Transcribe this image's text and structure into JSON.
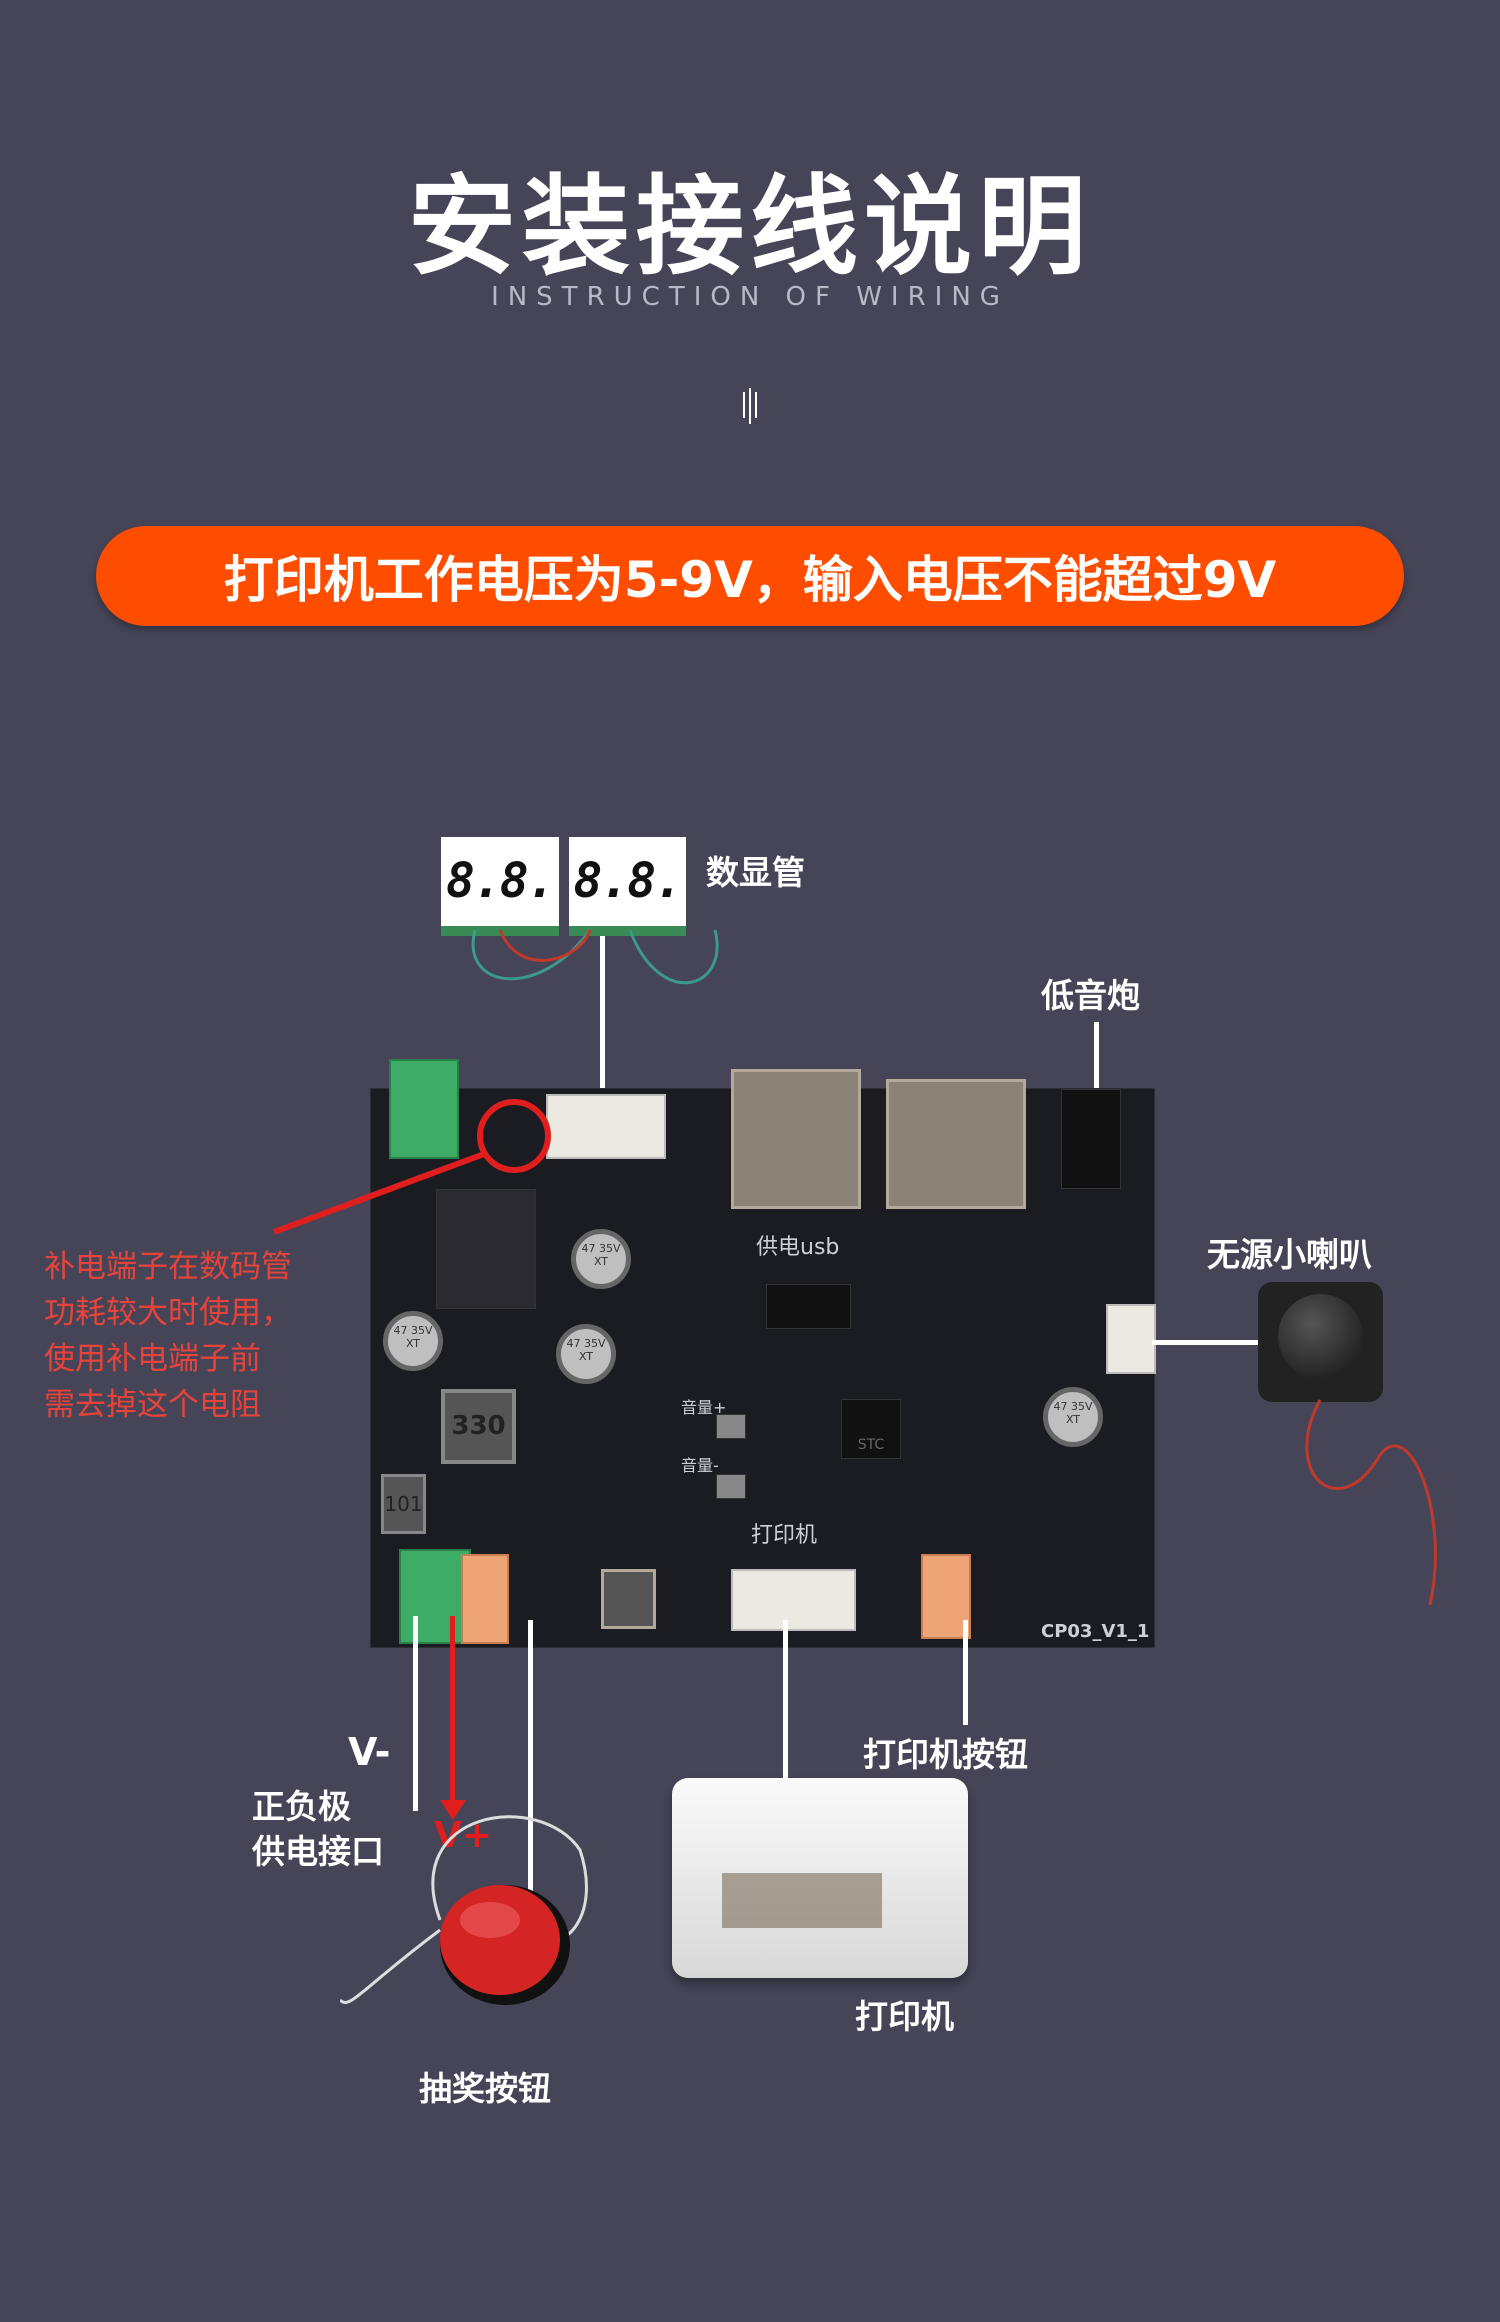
{
  "header": {
    "title": "安装接线说明",
    "subtitle": "INSTRUCTION OF WIRING"
  },
  "banner": {
    "text": "打印机工作电压为5-9V，输入电压不能超过9V",
    "color": "#ff4d00"
  },
  "labels": {
    "display": "数显管",
    "subwoofer": "低音炮",
    "speaker": "无源小喇叭",
    "annotation": [
      "补电端子在数码管",
      "功耗较大时使用，",
      "使用补电端子前",
      "需去掉这个电阻"
    ],
    "v_minus": "V-",
    "v_plus": "V+",
    "power_port": [
      "正负极",
      "供电接口"
    ],
    "printer_button": "打印机按钮",
    "printer": "打印机",
    "lottery_button": "抽奖按钮"
  },
  "board": {
    "usb_label": "供电usb",
    "printer_label": "打印机",
    "vol_up": "音量+",
    "vol_down": "音量-",
    "model": "CP03_V1_1",
    "inductor1": "330",
    "inductor2": "101",
    "cap_text": "47 35V XT",
    "digits": [
      "8.8.",
      "8.8."
    ],
    "chip_brand": "STC"
  }
}
